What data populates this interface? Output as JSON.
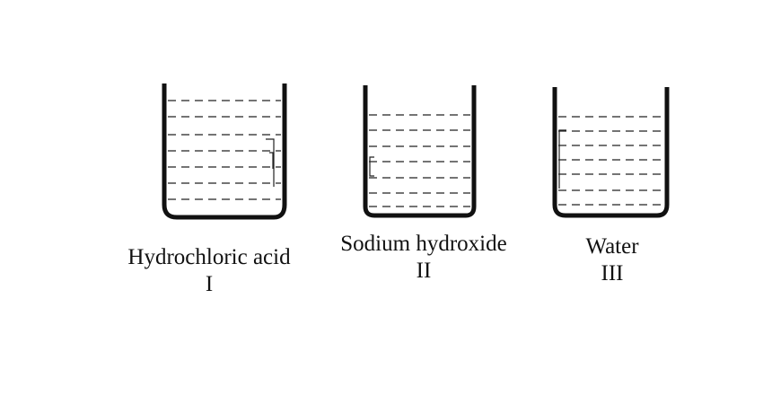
{
  "beakers": [
    {
      "name": "Hydrochloric acid",
      "numeral": "I"
    },
    {
      "name": "Sodium hydroxide",
      "numeral": "II"
    },
    {
      "name": "Water",
      "numeral": "III"
    }
  ],
  "colors": {
    "outline": "#111111",
    "liquid_lines": "#222222",
    "background": "#ffffff"
  }
}
